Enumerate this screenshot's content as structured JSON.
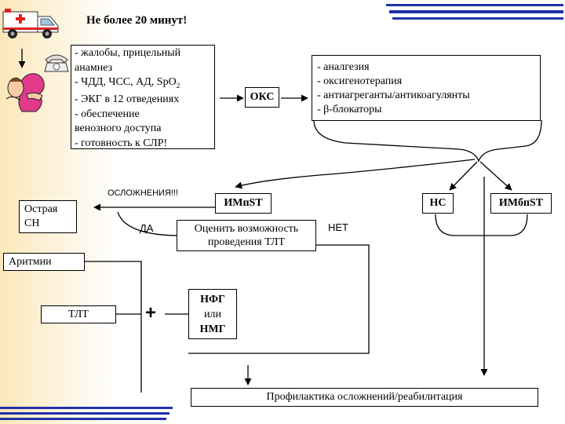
{
  "title": "Не более 20 минут!",
  "assessment": {
    "lines": [
      "- жалобы, прицельный",
      "анамнез",
      "- ЧДД, ЧСС, АД, SpO",
      "- ЭКГ в 12 отведениях",
      "- обеспечение",
      "венозного доступа",
      "- готовность к СЛР!"
    ],
    "spo2_subscript": "2"
  },
  "oks_label": "ОКС",
  "treatment": {
    "lines": [
      "- аналгезия",
      "- оксигенотерапия",
      "- антиагреганты/антикоагулянты",
      "- β-блокаторы"
    ]
  },
  "complications_label": "ОСЛОЖНЕНИЯ!!!",
  "acute_hf": {
    "line1": "Острая",
    "line2": "СН"
  },
  "arrhythmias_label": "Аритмии",
  "stemi_label": "ИМпST",
  "nstemi_label": "ИМбпST",
  "unstable_angina_label": "НС",
  "yes_label": "ДА",
  "no_label": "НЕТ",
  "assess_tlt": {
    "line1": "Оценить возможность",
    "line2": "проведения ТЛТ"
  },
  "tlt_label": "ТЛТ",
  "plus_sign": "+",
  "heparin": {
    "line1": "НФГ",
    "line2": "или",
    "line3": "НМГ"
  },
  "prevention_label": "Профилактика осложнений/реабилитация",
  "colors": {
    "deco_blue": "#1f2fa8",
    "accent_gold": "#f3c464"
  }
}
